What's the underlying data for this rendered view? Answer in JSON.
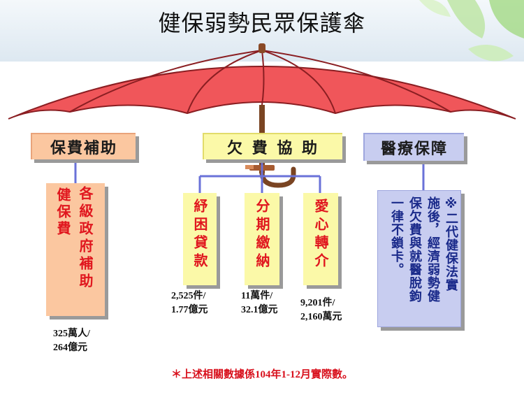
{
  "title": "健保弱勢民眾保護傘",
  "categories": {
    "premium_subsidy": "保費補助",
    "arrears_assistance": "欠 費 協 助",
    "medical_protection": "醫療保障"
  },
  "subsidy_box": {
    "col1": "健保費",
    "col2": "各級政府補助"
  },
  "arrears_items": [
    {
      "label": "紓困貸款",
      "stat": "2,525件/\n1.77億元"
    },
    {
      "label": "分期繳納",
      "stat": "11萬件/\n32.1億元"
    },
    {
      "label": "愛心轉介",
      "stat": "9,201件/\n2,160萬元"
    }
  ],
  "subsidy_stat": "325萬人/\n264億元",
  "medical_box": {
    "col1": "※二代健保法實",
    "col2": "施後，經濟弱勢健",
    "col3": "保欠費與就醫脫鉤",
    "col4": "一律不鎖卡。"
  },
  "footnote": "＊上述相關數據係104年1-12月實際數。",
  "colors": {
    "umbrella": "#f0565a",
    "subsidy_box": "#fbc7a0",
    "subsidy_text": "#e0161e",
    "arrears_box": "#fbf9a8",
    "medical_box": "#c8cdf0",
    "medical_text": "#1a2a8a",
    "connector": "#6a72d8"
  }
}
